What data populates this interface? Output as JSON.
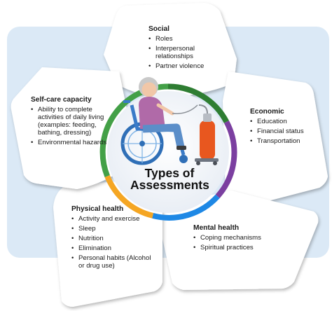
{
  "center": {
    "line1": "Types of",
    "line2": "Assessments",
    "icon": "wheelchair-user-with-oxygen-tank-icon"
  },
  "categories": [
    {
      "key": "social",
      "title": "Social",
      "items": [
        "Roles",
        "Interpersonal relationships",
        "Partner violence"
      ]
    },
    {
      "key": "economic",
      "title": "Economic",
      "items": [
        "Education",
        "Financial status",
        "Transportation"
      ]
    },
    {
      "key": "mental",
      "title": "Mental health",
      "items": [
        "Coping mechanisms",
        "Spiritual practices"
      ]
    },
    {
      "key": "physical",
      "title": "Physical health",
      "items": [
        "Activity and exercise",
        "Sleep",
        "Nutrition",
        "Elimination",
        "Personal habits (Alcohol or drug use)"
      ]
    },
    {
      "key": "selfcare",
      "title": "Self-care capacity",
      "items": [
        "Ability to complete activities of daily living (examples: feeding, bathing, dressing)",
        "Environmental hazards"
      ]
    }
  ],
  "colors": {
    "background_panel": "#dbe9f6",
    "petal_fill": "#ffffff",
    "ring": [
      "#2e7d32",
      "#7b3fa0",
      "#1e88e5",
      "#f5a623",
      "#43a047"
    ]
  }
}
